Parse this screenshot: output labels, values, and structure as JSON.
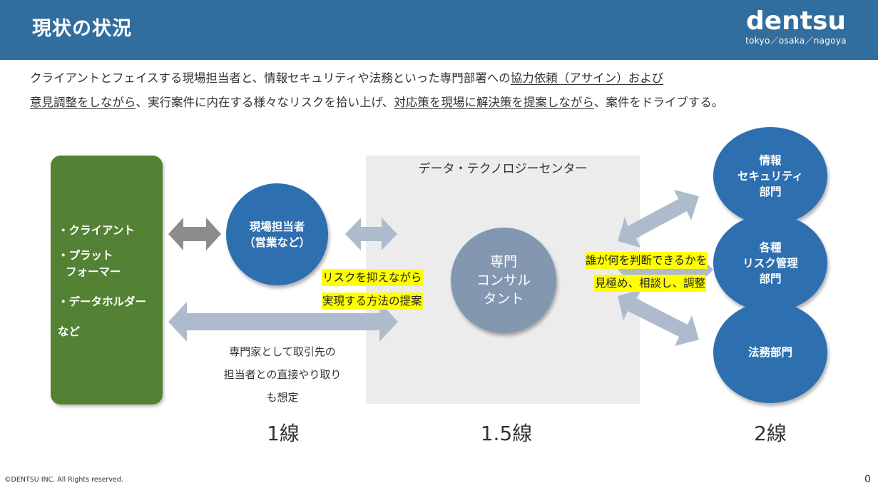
{
  "header": {
    "title": "現状の状況",
    "logo_word": "dentsu",
    "logo_sub": "tokyo／osaka／nagoya",
    "bar_color": "#316d9d"
  },
  "intro": {
    "l1_a": "クライアントとフェイスする現場担当者と、情報セキュリティや法務といった専門部署への",
    "l1_u": "協力依頼（アサイン）および",
    "l2_u1": "意見調整をしながら",
    "l2_b": "、実行案件に内在する様々なリスクを拾い上げ、",
    "l2_u2": "対応策を現場に解決策を提案しながら",
    "l2_c": "、案件をドライブする。"
  },
  "client_box": {
    "items": [
      "・クライアント",
      "・プラット",
      "フォーマー",
      "・データホルダー",
      "など"
    ],
    "color": "#548235"
  },
  "field_staff": {
    "line1": "現場担当者",
    "line2": "（営業など）"
  },
  "dtc": {
    "label": "データ・テクノロジーセンター"
  },
  "consultant": {
    "line1": "専門",
    "line2": "コンサル",
    "line3": "タント",
    "color": "#8497b0"
  },
  "highlight_left": {
    "line1": "リスクを抑えながら",
    "line2": "実現する方法の提案"
  },
  "highlight_right": {
    "line1": "誰が何を判断できるかを",
    "line2": "見極め、相談し、調整"
  },
  "note": {
    "line1": "専門家として取引先の",
    "line2": "担当者との直接やり取り",
    "line3": "も想定"
  },
  "departments": {
    "info_sec": {
      "line1": "情報",
      "line2": "セキュリティ",
      "line3": "部門"
    },
    "risk": {
      "line1": "各種",
      "line2": "リスク管理",
      "line3": "部門"
    },
    "legal": {
      "line1": "法務部門"
    }
  },
  "line_labels": {
    "first": "1線",
    "middle": "1.5線",
    "second": "2線"
  },
  "footer": {
    "copyright": "©DENTSU INC. All Rights reserved.",
    "page": "0"
  },
  "colors": {
    "arrow_gray": "#8c8c8c",
    "arrow_blue": "#aebbcd",
    "circle_blue": "#2e6faf",
    "highlight": "#ffff00"
  }
}
